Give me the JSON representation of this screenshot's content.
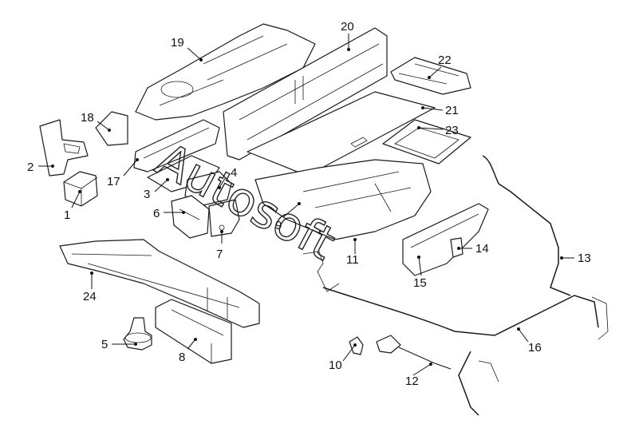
{
  "callouts": {
    "c1": "1",
    "c2": "2",
    "c3": "3",
    "c4": "4",
    "c5": "5",
    "c6": "6",
    "c7": "7",
    "c8": "8",
    "c9": "9",
    "c10": "10",
    "c11": "11",
    "c12": "12",
    "c13": "13",
    "c14": "14",
    "c15": "15",
    "c16": "16",
    "c17": "17",
    "c18": "18",
    "c19": "19",
    "c20": "20",
    "c21": "21",
    "c22": "22",
    "c23": "23",
    "c24": "24"
  },
  "watermark": {
    "text": "Autosoft",
    "style": "outlined diagonal lettering across the drawing"
  },
  "colors": {
    "line": "#1a1a1a",
    "background": "#ffffff"
  }
}
